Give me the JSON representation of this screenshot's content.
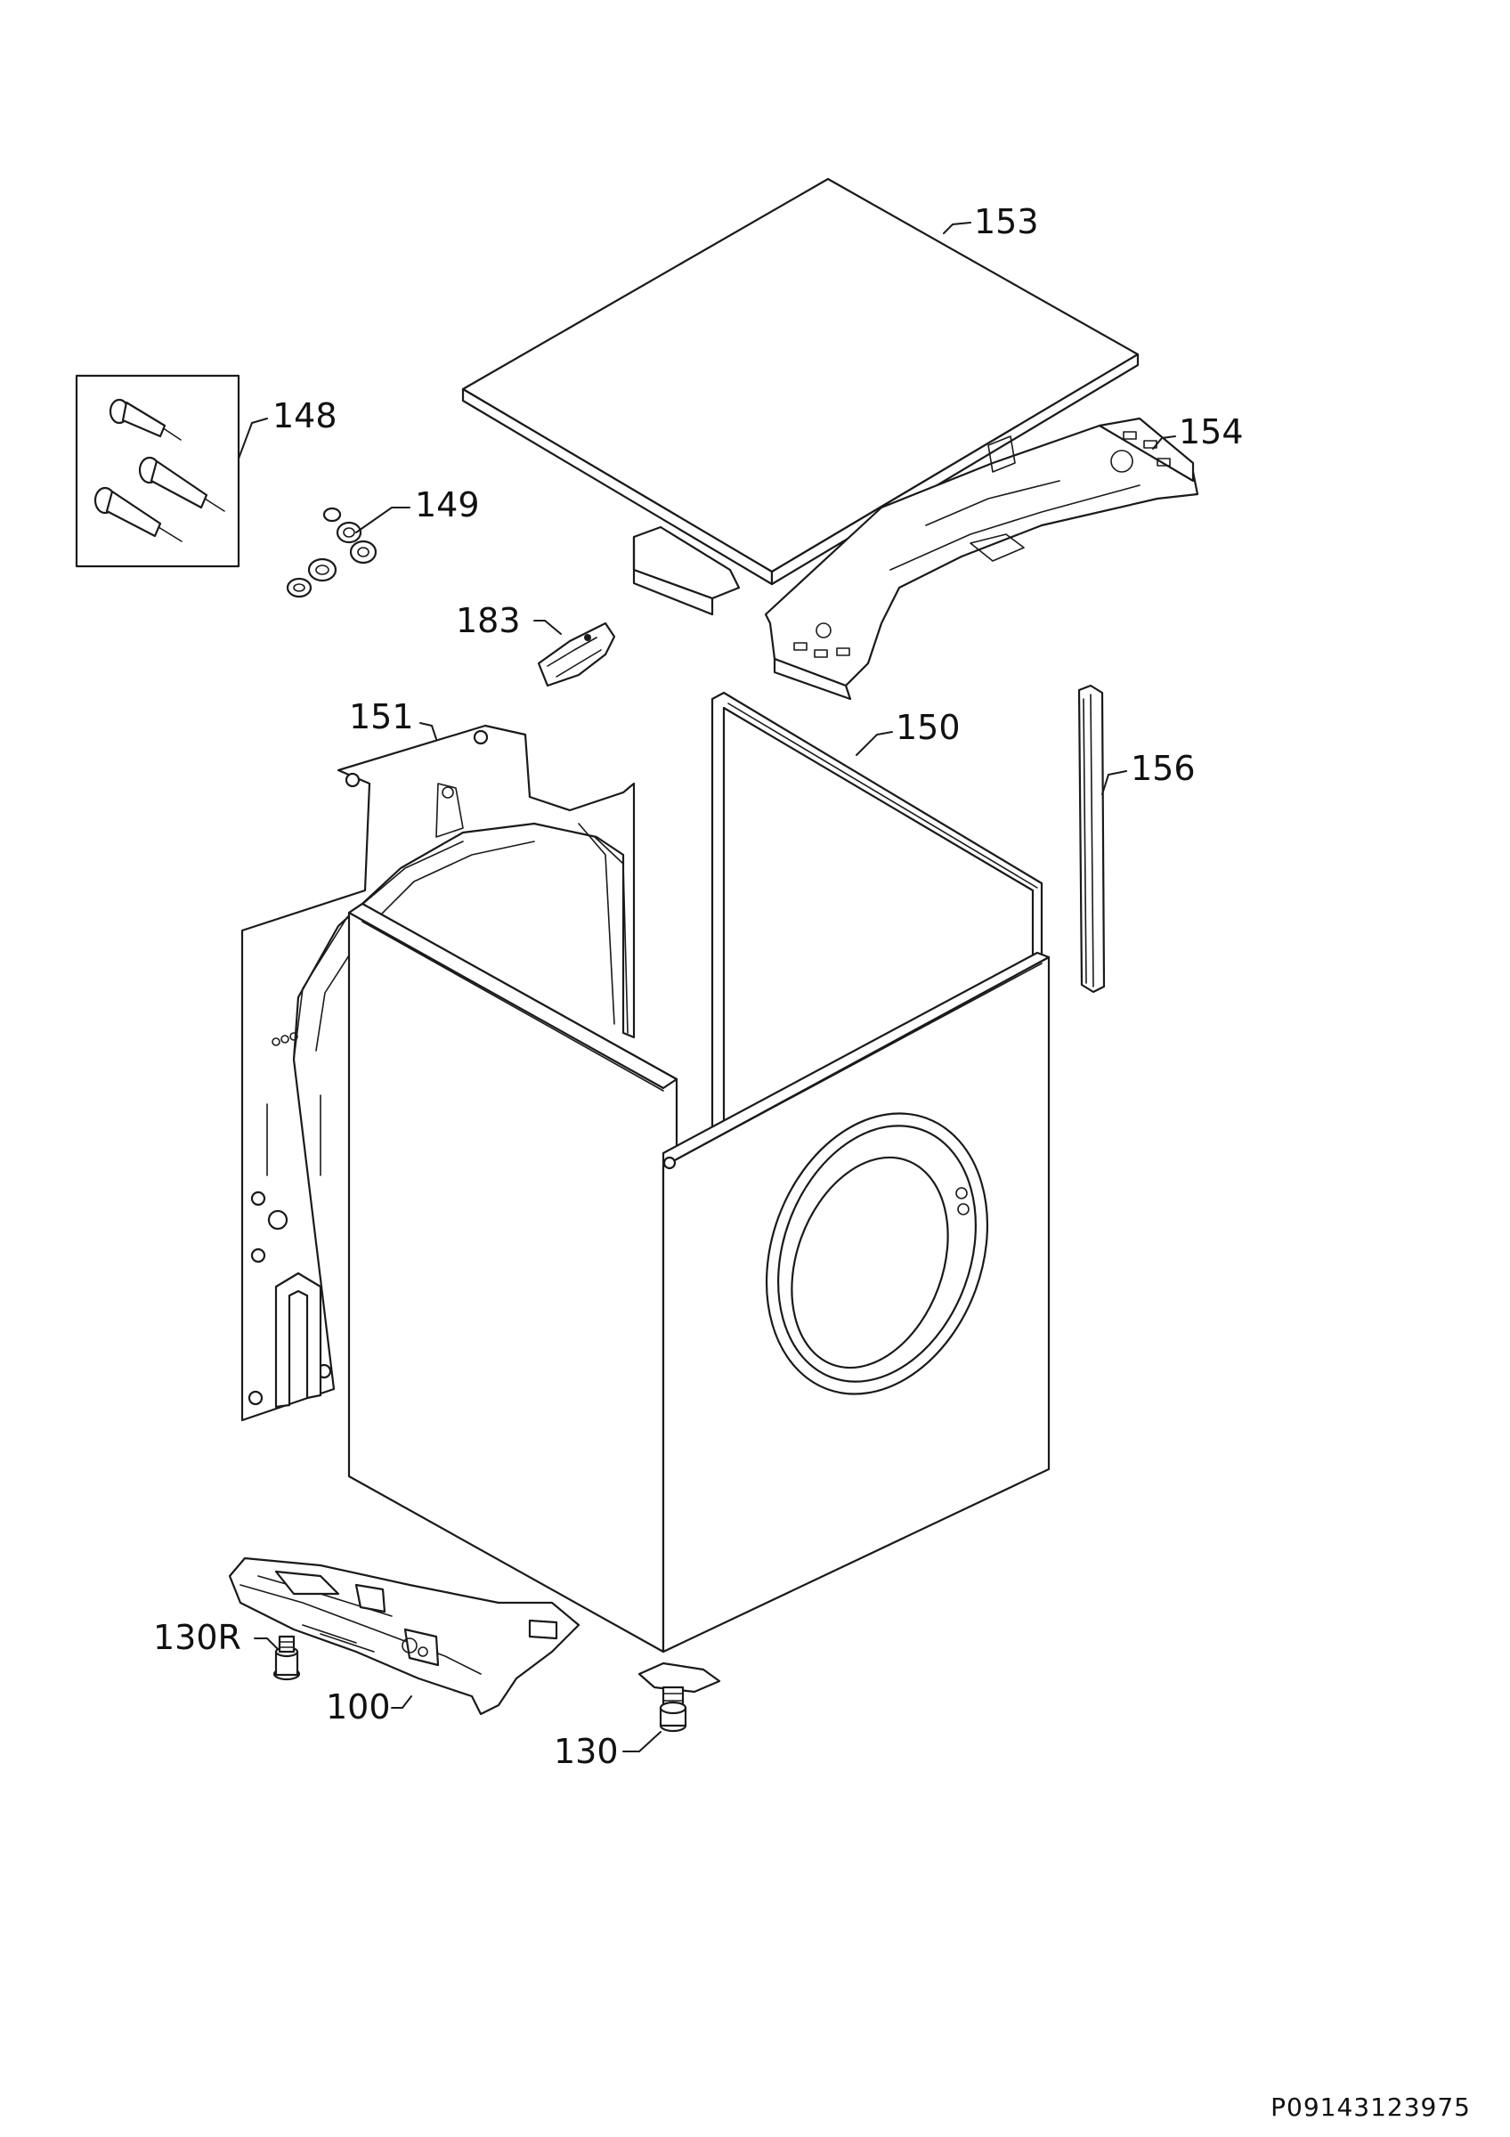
{
  "document_id": "P09143123975",
  "parts": [
    {
      "id": "153",
      "label": "153",
      "name": "top-cover"
    },
    {
      "id": "154",
      "label": "154",
      "name": "top-cross-brace"
    },
    {
      "id": "148",
      "label": "148",
      "name": "transit-bolts-kit"
    },
    {
      "id": "149",
      "label": "149",
      "name": "washer-set"
    },
    {
      "id": "183",
      "label": "183",
      "name": "hinge-clip"
    },
    {
      "id": "151",
      "label": "151",
      "name": "rear-panel"
    },
    {
      "id": "150",
      "label": "150",
      "name": "side-panel-seal"
    },
    {
      "id": "156",
      "label": "156",
      "name": "corner-profile"
    },
    {
      "id": "130R",
      "label": "130R",
      "name": "adjustable-foot-rear"
    },
    {
      "id": "100",
      "label": "100",
      "name": "base-frame"
    },
    {
      "id": "130",
      "label": "130",
      "name": "adjustable-foot"
    }
  ]
}
